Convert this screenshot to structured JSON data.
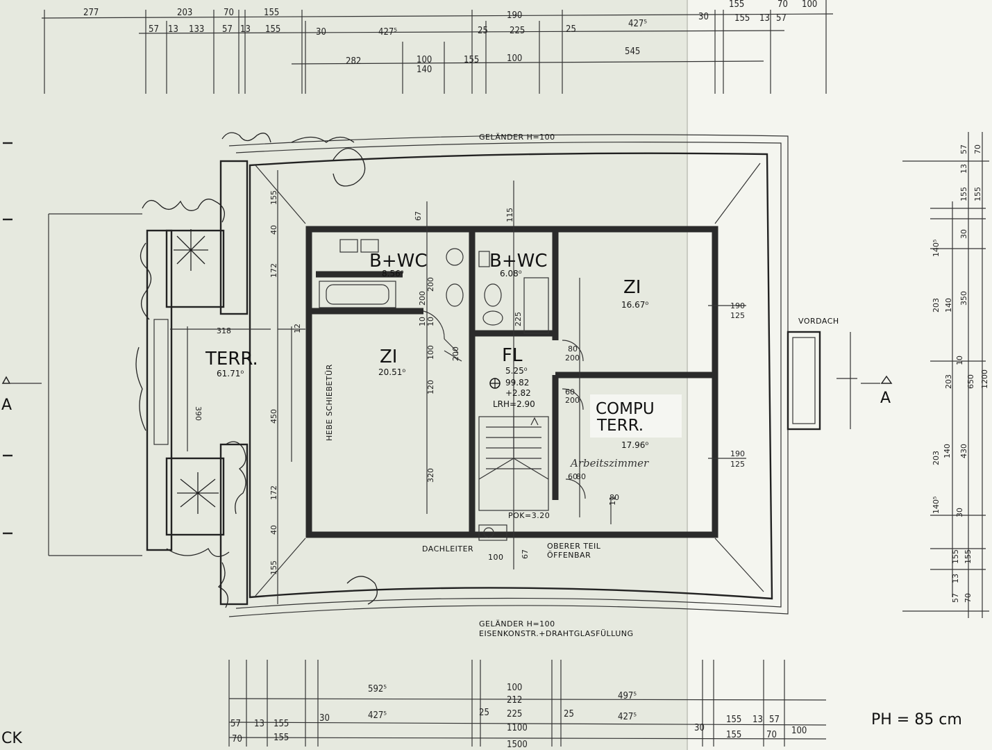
{
  "top_dimensions": {
    "row1": [
      "277",
      "203",
      "70",
      "155",
      "190",
      "155",
      "70",
      "100"
    ],
    "row2": [
      "57",
      "13",
      "133",
      "57",
      "13",
      "155",
      "30",
      "427⁵",
      "25",
      "225",
      "25",
      "427⁵",
      "30",
      "155",
      "13",
      "57"
    ],
    "row3": [
      "282",
      "100",
      "140",
      "155",
      "100",
      "545"
    ]
  },
  "bottom_dimensions": {
    "row1": [
      "592⁵",
      "100",
      "212",
      "497⁵"
    ],
    "row2": [
      "57",
      "13",
      "155",
      "30",
      "427⁵",
      "25",
      "225",
      "25",
      "427⁵",
      "30",
      "155",
      "13",
      "57"
    ],
    "row3": [
      "70",
      "155",
      "1100",
      "155",
      "70",
      "100"
    ],
    "row4": [
      "1500"
    ]
  },
  "right_dimensions": [
    "57",
    "70",
    "13",
    "155",
    "155",
    "140⁵",
    "30",
    "203",
    "140",
    "350",
    "10",
    "203",
    "650",
    "1200",
    "203",
    "140",
    "430",
    "140⁵",
    "30",
    "155",
    "155",
    "13",
    "57",
    "70"
  ],
  "rooms": [
    {
      "name": "B+WC",
      "area": "8.56⁰"
    },
    {
      "name": "B+WC",
      "area": "6.08⁰"
    },
    {
      "name": "ZI",
      "area": "16.67⁰"
    },
    {
      "name": "ZI",
      "area": "20.51⁰"
    },
    {
      "name": "FL",
      "area": "5.25⁰"
    },
    {
      "name": "TERR.",
      "area": "61.71⁰"
    }
  ],
  "compu_label": [
    "COMPU",
    "TERR."
  ],
  "compu_area": "17.96⁰",
  "handwriting": "Arbeitszimmer",
  "level_marker": [
    "99.82",
    "+2.82"
  ],
  "stair_note": "LRH=2.90",
  "pok_note": "POK=3.20",
  "interior_dims": [
    "155",
    "40",
    "172",
    "40",
    "172",
    "155",
    "318",
    "390",
    "450",
    "12",
    "200",
    "200",
    "120",
    "320",
    "80",
    "200",
    "60",
    "200",
    "190",
    "125",
    "190",
    "125",
    "67",
    "200",
    "60",
    "100",
    "10",
    "11",
    "10",
    "225",
    "67",
    "115",
    "80",
    "80"
  ],
  "notes": {
    "railing_top": "GELÄNDER H=100",
    "railing_bottom_1": "GELÄNDER H=100",
    "railing_bottom_2": "EISENKONSTR.+DRAHTGLASFÜLLUNG",
    "dachleiter": "DACHLEITER",
    "oberer_teil_1": "OBERER TEIL",
    "oberer_teil_2": "ÖFFENBAR",
    "vordach": "VORDACH",
    "schiebetuer": "HEBE SCHIEBETÜR",
    "bottom_dim_100": "100",
    "section_left": "A",
    "section_right": "A",
    "ph": "PH = 85 cm",
    "corner_label": "CK"
  }
}
